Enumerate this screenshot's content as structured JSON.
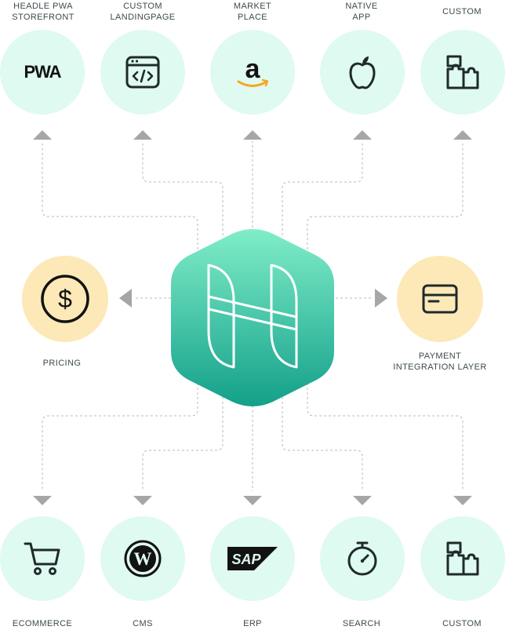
{
  "diagram": {
    "hub": {
      "icon": "headle-logo-icon"
    },
    "top_nodes": [
      {
        "id": "pwa",
        "label_lines": [
          "HEADLE PWA",
          "STOREFRONT"
        ],
        "icon": "pwa-logo-icon",
        "icon_text": "PWA"
      },
      {
        "id": "landing",
        "label_lines": [
          "CUSTOM",
          "LANDINGPAGE"
        ],
        "icon": "code-window-icon"
      },
      {
        "id": "marketplace",
        "label_lines": [
          "MARKET",
          "PLACE"
        ],
        "icon": "amazon-icon"
      },
      {
        "id": "native",
        "label_lines": [
          "NATIVE",
          "APP"
        ],
        "icon": "apple-icon"
      },
      {
        "id": "custom-top",
        "label_lines": [
          "CUSTOM"
        ],
        "icon": "puzzle-icon"
      }
    ],
    "side_nodes": [
      {
        "id": "pricing",
        "label_lines": [
          "PRICING"
        ],
        "icon": "dollar-icon"
      },
      {
        "id": "payment",
        "label_lines": [
          "PAYMENT",
          "INTEGRATION LAYER"
        ],
        "icon": "credit-card-icon"
      }
    ],
    "bottom_nodes": [
      {
        "id": "ecommerce",
        "label_lines": [
          "ECOMMERCE"
        ],
        "icon": "shopping-cart-icon"
      },
      {
        "id": "cms",
        "label_lines": [
          "CMS"
        ],
        "icon": "wordpress-icon"
      },
      {
        "id": "erp",
        "label_lines": [
          "ERP"
        ],
        "icon": "sap-icon",
        "icon_text": "SAP"
      },
      {
        "id": "search",
        "label_lines": [
          "SEARCH"
        ],
        "icon": "stopwatch-icon"
      },
      {
        "id": "custom-bottom",
        "label_lines": [
          "CUSTOM"
        ],
        "icon": "puzzle-icon"
      }
    ],
    "colors": {
      "node_fill": "#dffaf0",
      "side_fill": "#fde9b7",
      "hub_gradient_top": "#7debc6",
      "hub_gradient_bottom": "#15a38c",
      "connector": "#b9b9b9",
      "arrow": "#a6a6a6",
      "icon": "#1f2a2b",
      "amazon_smile": "#f5a623"
    }
  }
}
